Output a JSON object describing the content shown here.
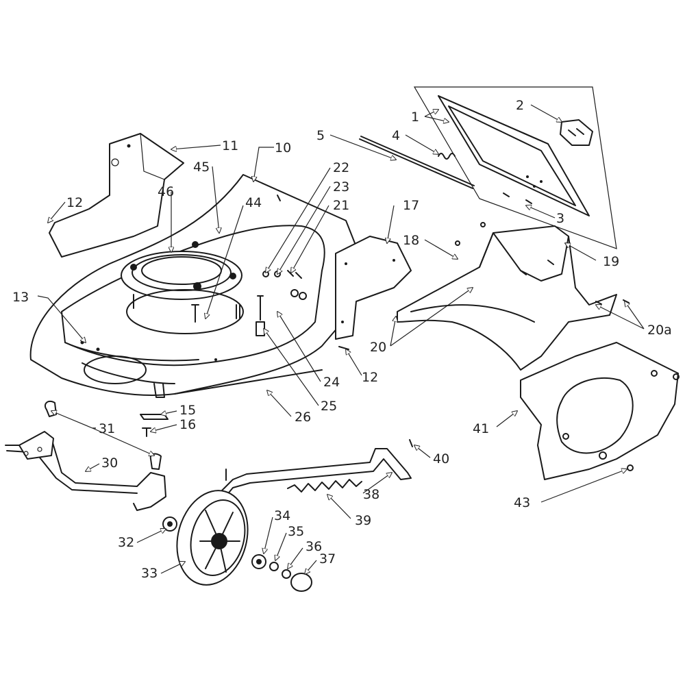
{
  "labels": {
    "l1": "1",
    "l2": "2",
    "l3": "3",
    "l4": "4",
    "l5": "5",
    "l10": "10",
    "l11": "11",
    "l12a": "12",
    "l12b": "12",
    "l13": "13",
    "l15": "15",
    "l16": "16",
    "l17": "17",
    "l18": "18",
    "l19": "19",
    "l20": "20",
    "l20a": "20a",
    "l21": "21",
    "l22": "22",
    "l23": "23",
    "l24": "24",
    "l25": "25",
    "l26": "26",
    "l30": "30",
    "l31": "31",
    "l32": "32",
    "l33": "33",
    "l34": "34",
    "l35": "35",
    "l36": "36",
    "l37": "37",
    "l38": "38",
    "l39": "39",
    "l40": "40",
    "l41": "41",
    "l43": "43",
    "l44": "44",
    "l45": "45",
    "l46": "46"
  },
  "colors": {
    "line": "#1a1a1a",
    "background": "#ffffff"
  }
}
